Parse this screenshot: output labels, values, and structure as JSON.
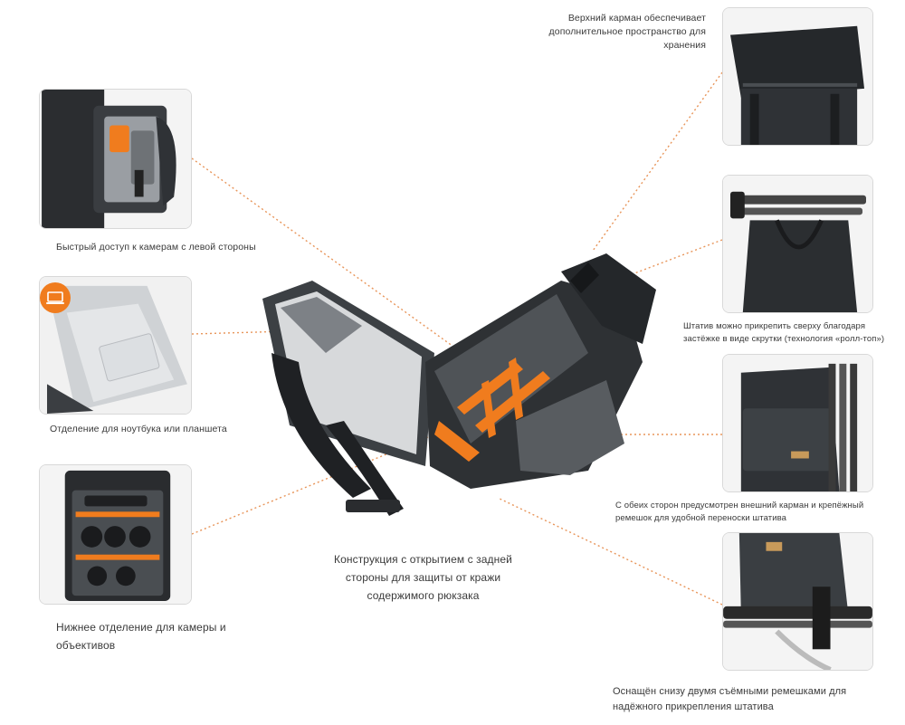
{
  "captions": {
    "top_pocket": "Верхний карман обеспечивает дополнительное пространство для хранения",
    "left_access": "Быстрый доступ к камерам с левой стороны",
    "laptop": "Отделение для ноутбука или планшета",
    "tripod_top": "Штатив можно прикрепить сверху благодаря застёжке в виде скрутки (технология «ролл-топ»)",
    "bottom_camera": "Нижнее отделение для камеры и объективов",
    "back_opening": "Конструкция с открытием с задней стороны для защиты от кражи содержимого рюкзака",
    "side_pocket": "С обеих сторон предусмотрен внешний карман и крепёжный ремешок для удобной переноски штатива",
    "bottom_straps": "Оснащён снизу двумя съёмными ремешками для надёжного прикрепления штатива"
  },
  "icons": {
    "laptop_badge": "laptop-icon"
  },
  "colors": {
    "accent_orange": "#f07c1e",
    "bag_dark": "#2e3134",
    "bag_gray": "#5b5f63",
    "panel_border": "#d8d8d8",
    "leader_line": "#e8955a"
  }
}
